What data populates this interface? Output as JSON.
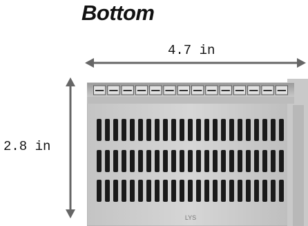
{
  "title": "Bottom",
  "dimensions": {
    "width_label": "4.7 in",
    "height_label": "2.8 in"
  },
  "device": {
    "marking": "LYS",
    "terminal_count": 14,
    "vent_rows": 3,
    "slots_per_row": 23
  },
  "colors": {
    "arrow": "#666666",
    "device_body": "#cfcfcf",
    "device_frame": "#b4b4b4",
    "slot": "#1a1a1a"
  }
}
